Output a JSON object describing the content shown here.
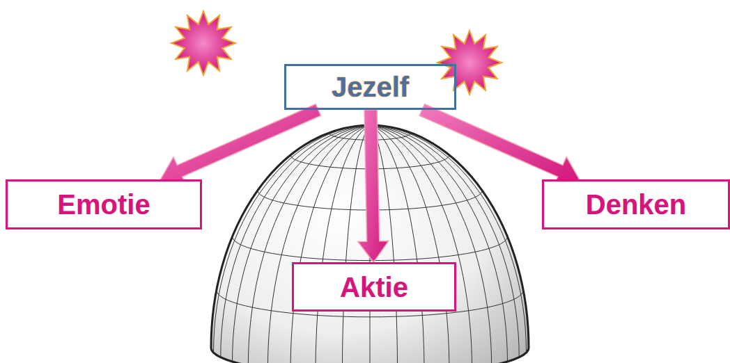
{
  "diagram": {
    "nodes": [
      {
        "text": [
          "Jezelf"
        ]
      },
      {
        "text": [
          "Emotie"
        ]
      },
      {
        "text": [
          "Aktie"
        ]
      },
      {
        "text": [
          "Denken"
        ]
      }
    ],
    "edges": [
      {
        "from": 0,
        "to": 1,
        "arrow": "to"
      },
      {
        "from": 0,
        "to": 2,
        "arrow": "to"
      },
      {
        "from": 0,
        "to": 3,
        "arrow": "to"
      }
    ]
  }
}
